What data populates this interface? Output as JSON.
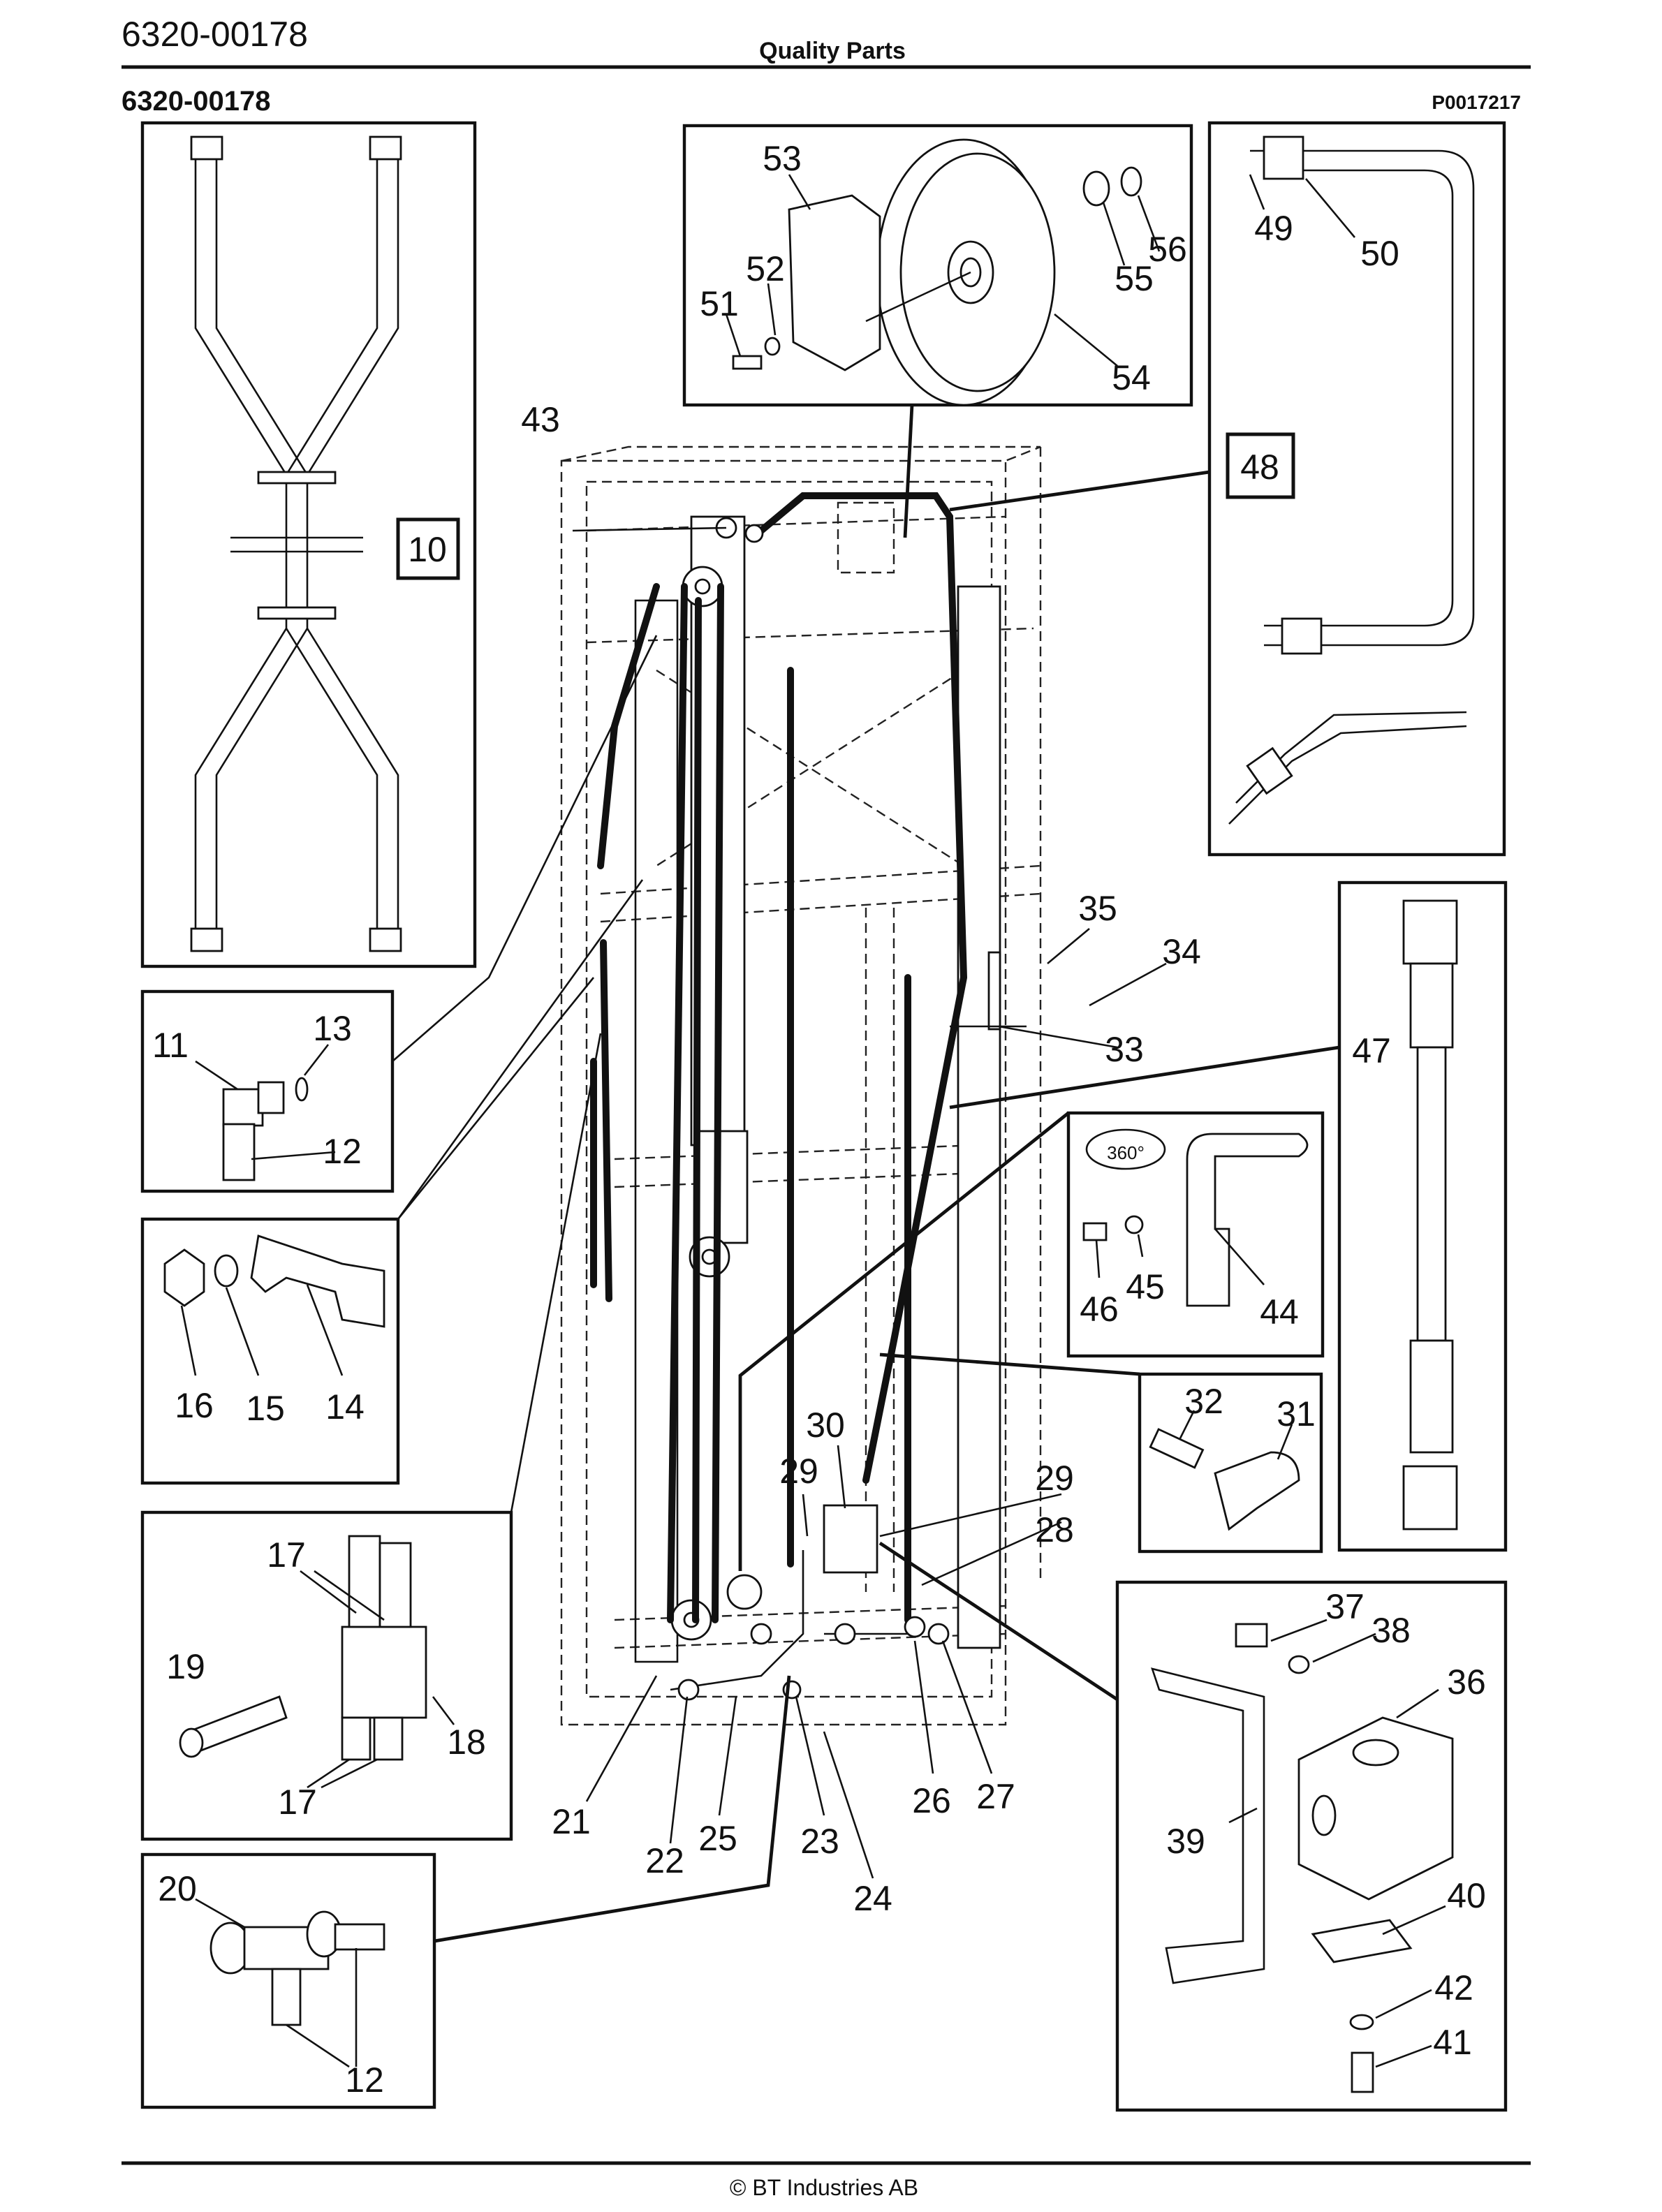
{
  "header": {
    "doc_number": "6320-00178",
    "title": "Quality Parts",
    "section_number": "6320-00178",
    "figure_id": "P0017217"
  },
  "footer": {
    "copyright": "© BT Industries AB"
  },
  "boxed_callouts": {
    "hose_assembly": "10",
    "pipe_assembly": "48"
  },
  "detail_rotation_label": "360°",
  "callouts": {
    "c53": "53",
    "c52": "52",
    "c51": "51",
    "c56": "56",
    "c55": "55",
    "c54": "54",
    "c49": "49",
    "c50": "50",
    "c43": "43",
    "c35": "35",
    "c34": "34",
    "c33": "33",
    "c47": "47",
    "c11": "11",
    "c13": "13",
    "c12a": "12",
    "c16": "16",
    "c15": "15",
    "c14": "14",
    "c17a": "17",
    "c19": "19",
    "c18": "18",
    "c17b": "17",
    "c20": "20",
    "c12b": "12",
    "c30": "30",
    "c29a": "29",
    "c29b": "29",
    "c28": "28",
    "c32": "32",
    "c31": "31",
    "c46": "46",
    "c45": "45",
    "c44": "44",
    "c37": "37",
    "c38": "38",
    "c36": "36",
    "c39": "39",
    "c40": "40",
    "c42": "42",
    "c41": "41",
    "c21": "21",
    "c22": "22",
    "c25": "25",
    "c23": "23",
    "c24": "24",
    "c26": "26",
    "c27": "27"
  }
}
